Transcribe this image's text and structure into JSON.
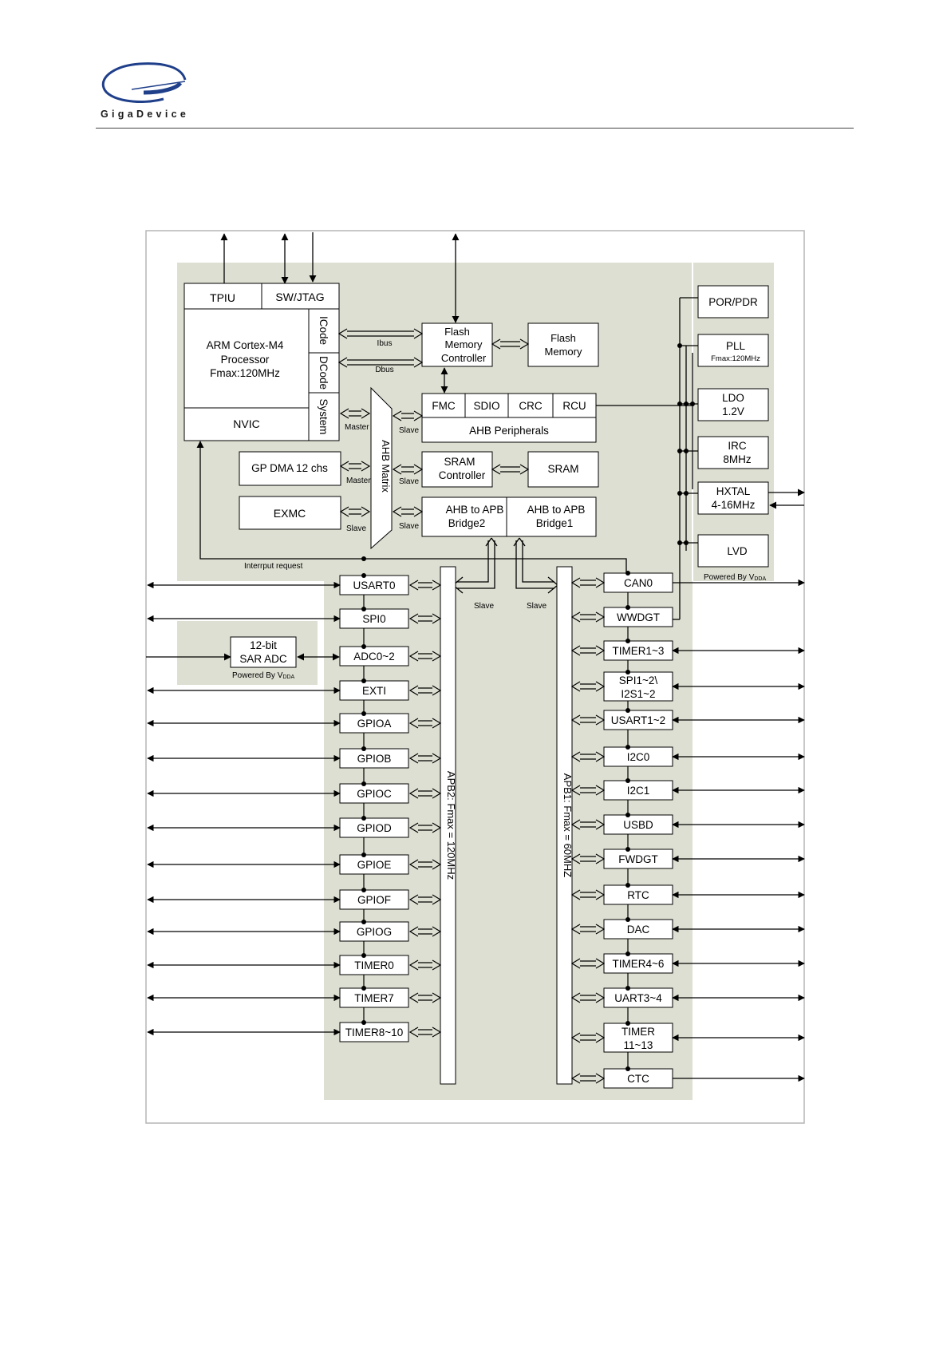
{
  "header": {
    "brand": "GigaDevice",
    "logo_icon": "gigadevice-swoosh-logo",
    "colors": {
      "logo_blue": "#1f3f8a",
      "rule": "#444444"
    }
  },
  "colors": {
    "region_fill": "#dddfd2",
    "frame": "#b5b5b5",
    "box_fill": "#ffffff",
    "line": "#000000"
  },
  "core": {
    "tpiu": "TPIU",
    "swjtag": "SW/JTAG",
    "cpu_line1": "ARM Cortex-M4",
    "cpu_line2": "Processor",
    "cpu_line3": "Fmax:120MHz",
    "icode": "ICode",
    "dcode": "DCode",
    "system": "System",
    "nvic": "NVIC"
  },
  "bus": {
    "ibus": "Ibus",
    "dbus": "Dbus",
    "ahb_matrix": "AHB Matrix",
    "master": "Master",
    "slave": "Slave",
    "interrupt_request": "Interrput request",
    "apb2": "APB2: Fmax = 120MHz",
    "apb1": "APB1: Fmax = 60MHZ"
  },
  "memory": {
    "fmc_ctrl_line1": "Flash",
    "fmc_ctrl_line2": "Memory",
    "fmc_ctrl_line3": "Controller",
    "flash_line1": "Flash",
    "flash_line2": "Memory",
    "sram_ctrl_line1": "SRAM",
    "sram_ctrl_line2": "Controller",
    "sram": "SRAM"
  },
  "ahb_peripherals": {
    "fmc": "FMC",
    "sdio": "SDIO",
    "crc": "CRC",
    "rcu": "RCU",
    "label": "AHB Peripherals"
  },
  "dma": "GP DMA 12 chs",
  "exmc": "EXMC",
  "bridges": {
    "bridge2_line1": "AHB to APB",
    "bridge2_line2": "Bridge2",
    "bridge1_line1": "AHB to APB",
    "bridge1_line2": "Bridge1"
  },
  "power": {
    "por": "POR/PDR",
    "pll": "PLL",
    "pll_freq": "Fmax:120MHz",
    "ldo_line1": "LDO",
    "ldo_line2": "1.2V",
    "irc_line1": "IRC",
    "irc_line2": "8MHz",
    "hxtal_line1": "HXTAL",
    "hxtal_line2": "4-16MHz",
    "lvd": "LVD",
    "powered_by": "Powered By V",
    "vdda_sub": "DDA"
  },
  "adc": {
    "line1": "12-bit",
    "line2": "SAR ADC",
    "powered_by": "Powered By V",
    "vdda_sub": "DDA"
  },
  "apb2_peripherals": [
    "USART0",
    "SPI0",
    "ADC0~2",
    "EXTI",
    "GPIOA",
    "GPIOB",
    "GPIOC",
    "GPIOD",
    "GPIOE",
    "GPIOF",
    "GPIOG",
    "TIMER0",
    "TIMER7",
    "TIMER8~10"
  ],
  "apb1_peripherals": [
    {
      "l1": "CAN0"
    },
    {
      "l1": "WWDGT"
    },
    {
      "l1": "TIMER1~3"
    },
    {
      "l1": "SPI1~2\\",
      "l2": "I2S1~2"
    },
    {
      "l1": "USART1~2"
    },
    {
      "l1": "I2C0"
    },
    {
      "l1": "I2C1"
    },
    {
      "l1": "USBD"
    },
    {
      "l1": "FWDGT"
    },
    {
      "l1": "RTC"
    },
    {
      "l1": "DAC"
    },
    {
      "l1": "TIMER4~6"
    },
    {
      "l1": "UART3~4"
    },
    {
      "l1": "TIMER",
      "l2": "11~13"
    },
    {
      "l1": "CTC"
    }
  ]
}
